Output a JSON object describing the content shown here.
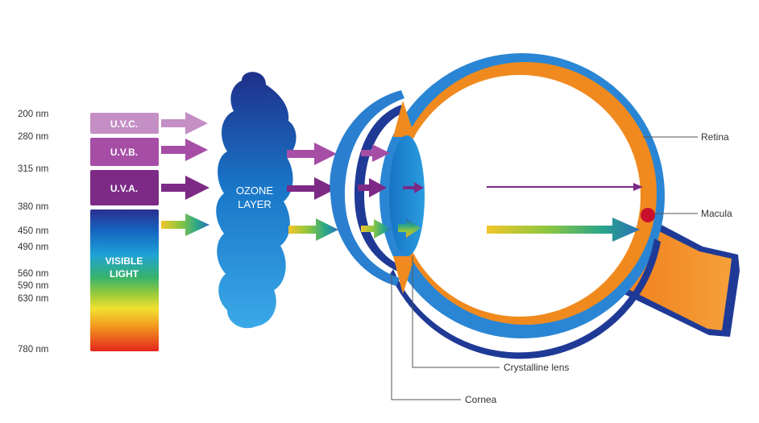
{
  "wavelength_labels": [
    "200 nm",
    "280 nm",
    "315 nm",
    "380 nm",
    "450 nm",
    "490 nm",
    "560 nm",
    "590 nm",
    "630 nm",
    "780 nm"
  ],
  "bands": {
    "uvc": "U.V.C.",
    "uvb": "U.V.B.",
    "uva": "U.V.A.",
    "visible_line1": "VISIBLE",
    "visible_line2": "LIGHT"
  },
  "ozone": {
    "line1": "OZONE",
    "line2": "LAYER"
  },
  "eye_labels": {
    "retina": "Retina",
    "macula": "Macula",
    "lens": "Crystalline lens",
    "cornea": "Cornea"
  },
  "colors": {
    "uvc": "#c48fc4",
    "uvb": "#a64ea6",
    "uva": "#7c2a86",
    "eye_outer": "#2a7fd0",
    "eye_dark": "#1f3a96",
    "retina_orange": "#f08a1e",
    "macula": "#c8102e",
    "lens": "#1e8ad6"
  }
}
